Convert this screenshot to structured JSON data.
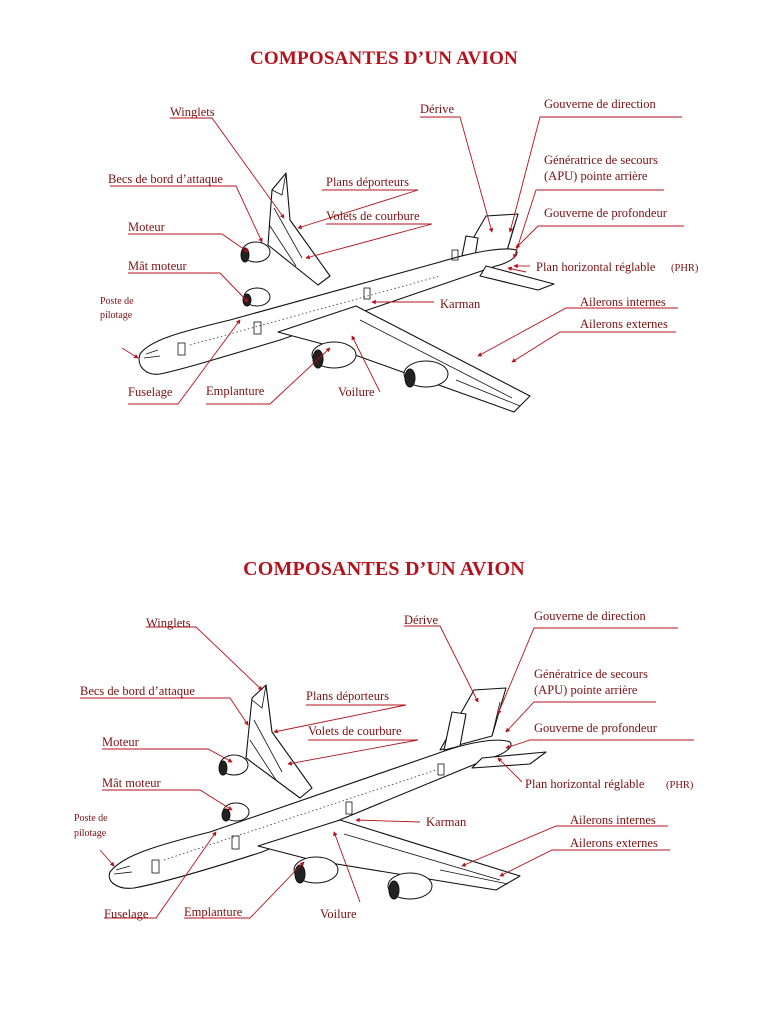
{
  "figures": [
    {
      "title": "COMPOSANTES D’UN AVION",
      "labels": {
        "winglets": "Winglets",
        "becs": "Becs de bord d’attaque",
        "moteur": "Moteur",
        "mat_moteur": "Mât moteur",
        "poste_1": "Poste de",
        "poste_2": "pilotage",
        "fuselage": "Fuselage",
        "emplanture": "Emplanture",
        "voilure": "Voilure",
        "plans_deporteurs": "Plans déporteurs",
        "volets": "Volets de courbure",
        "derive": "Dérive",
        "gouverne_direction": "Gouverne de direction",
        "generatrice_1": "Génératrice de secours",
        "generatrice_2": "(APU)   pointe arrière",
        "gouverne_profondeur": "Gouverne de profondeur",
        "phr": "Plan horizontal réglable",
        "phr_abbr": "(PHR)",
        "karman": "Karman",
        "ailerons_internes": "Ailerons internes",
        "ailerons_externes": "Ailerons externes"
      }
    },
    {
      "title": "COMPOSANTES D’UN AVION",
      "labels": {
        "winglets": "Winglets",
        "becs": "Becs de bord d’attaque",
        "moteur": "Moteur",
        "mat_moteur": "Mât moteur",
        "poste_1": "Poste de",
        "poste_2": "pilotage",
        "fuselage": "Fuselage",
        "emplanture": "Emplanture",
        "voilure": "Voilure",
        "plans_deporteurs": "Plans déporteurs",
        "volets": "Volets de courbure",
        "derive": "Dérive",
        "gouverne_direction": "Gouverne de direction",
        "generatrice_1": "Génératrice de secours",
        "generatrice_2": "(APU)   pointe arrière",
        "gouverne_profondeur": "Gouverne de profondeur",
        "phr": "Plan horizontal réglable",
        "phr_abbr": "(PHR)",
        "karman": "Karman",
        "ailerons_internes": "Ailerons internes",
        "ailerons_externes": "Ailerons externes"
      }
    }
  ],
  "colors": {
    "title": "#b5121b",
    "label_text": "#7a1010",
    "leader_line": "#b5121b",
    "outline": "#111111",
    "background": "#ffffff"
  }
}
